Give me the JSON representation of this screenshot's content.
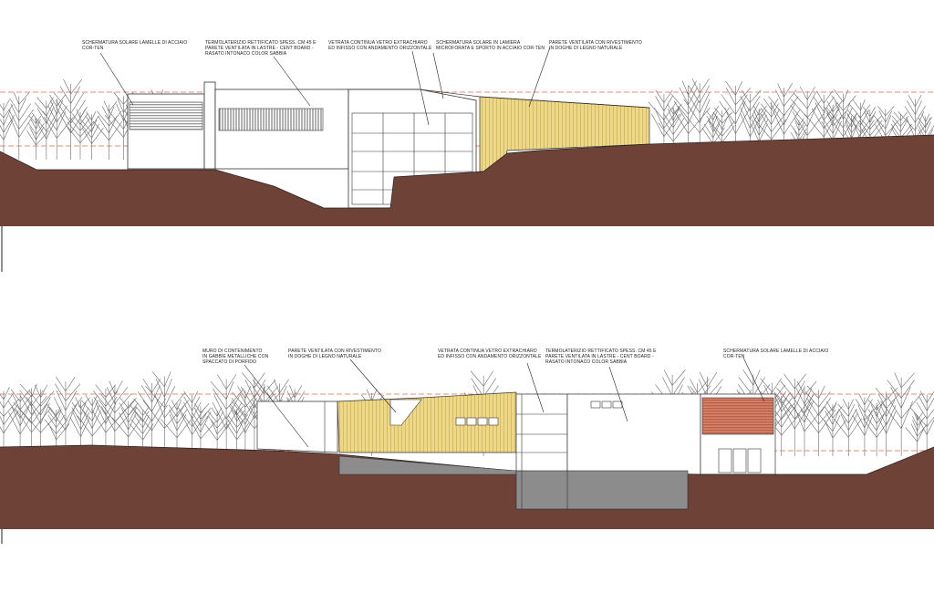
{
  "colors": {
    "ground": "#6e4237",
    "timber": "#ecd88c",
    "corten": "#b9654a",
    "section_grey": "#8c8c8c",
    "dashed_level": "#e06a4a",
    "line": "#333333"
  },
  "elevation_top": {
    "annotations": [
      {
        "id": "corten-louvres",
        "text": "SCHERMATURA SOLARE LAMELLE DI ACCIAIO\nCOR-TEN"
      },
      {
        "id": "brick-wall",
        "text": "TERMOLATERIZIO RETTIFICATO SPESS. CM 45 E\nPARETE VENTILATA IN LASTRE - CENT BOARD -\nRASATO INTONACO COLOR SABBIA"
      },
      {
        "id": "glazing",
        "text": "VETRATA CONTINUA VETRO EXTRACHIARO\nED INFISSO CON ANDAMENTO ORIZZONTALE"
      },
      {
        "id": "perforated-sheet",
        "text": "SCHERMATURA SOLARE IN LAMIERA\nMICROFORATA E SPORTO IN ACCIAIO COR-TEN"
      },
      {
        "id": "timber-wall",
        "text": "PARETE VENTILATA CON RIVESTIMENTO\nIN DOGHE DI LEGNO NATURALE"
      }
    ]
  },
  "elevation_bottom": {
    "annotations": [
      {
        "id": "gabion-wall",
        "text": "MURO DI CONTENIMENTO\nIN GABBIE METALLICHE CON\nSPACCATO DI PORFIDO"
      },
      {
        "id": "timber-wall",
        "text": "PARETE VENTILATA CON RIVESTIMENTO\nIN DOGHE DI LEGNO NATURALE"
      },
      {
        "id": "glazing",
        "text": "VETRATA CONTINUA VETRO EXTRACHIARO\nED INFISSO CON ANDAMENTO ORIZZONTALE"
      },
      {
        "id": "brick-wall",
        "text": "TERMOLATERIZIO RETTIFICATO SPESS. CM 45 E\nPARETE VENTILATA IN LASTRE - CENT BOARD -\nRASATO INTONACO COLOR SABBIA"
      },
      {
        "id": "corten-louvres",
        "text": "SCHERMATURA SOLARE LAMELLE DI ACCIAIO\nCOR-TEN"
      }
    ]
  }
}
